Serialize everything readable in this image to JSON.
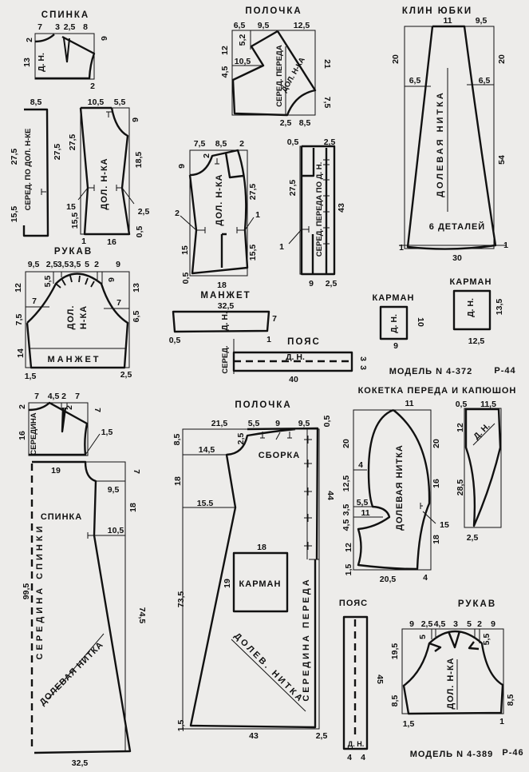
{
  "m1": {
    "back_yoke": {
      "title": "СПИНКА",
      "dims": [
        "7",
        "3",
        "2,5",
        "8",
        "6",
        "2",
        "13",
        "2"
      ],
      "grain": "Д. Н."
    },
    "back_center_strip": {
      "dims": [
        "8,5",
        "27,5",
        "15,5",
        "27,5"
      ],
      "text": "СЕРЕД. ПО ДОЛ. Н-КЕ"
    },
    "back_lower": {
      "dims": [
        "10,5",
        "5,5",
        "9",
        "18,5",
        "27,5",
        "15",
        "15,5",
        "2,5",
        "0,5",
        "16",
        "1"
      ],
      "grain": "ДОЛ. Н-КА"
    },
    "sleeve": {
      "title": "РУКАВ",
      "dims": [
        "9,5",
        "2,5",
        "3,5",
        "3,5",
        "5",
        "2",
        "9",
        "12",
        "7,5",
        "14",
        "7",
        "7",
        "5,5",
        "6",
        "13",
        "6,5",
        "1,5",
        "2,5"
      ],
      "grain1": "ДОЛ.",
      "grain2": "Н-КА",
      "cuff": "МАНЖЕТ"
    },
    "front_yoke": {
      "title": "ПОЛОЧКА",
      "dims": [
        "6,5",
        "9,5",
        "12,5",
        "12",
        "4,5",
        "5,2",
        "10,5",
        "21",
        "7,5",
        "2,5",
        "8,5"
      ],
      "center": "СЕРЕД. ПЕРЕДА",
      "grain": "ДОЛ. Н-КА"
    },
    "front_lower": {
      "dims": [
        "7,5",
        "8,5",
        "2",
        "9",
        "2",
        "27,5",
        "2",
        "1",
        "15",
        "15,5",
        "0,5",
        "18"
      ],
      "grain": "ДОЛ. Н-КА"
    },
    "front_strip": {
      "dims": [
        "0,5",
        "2,5",
        "27,5",
        "43",
        "1",
        "9",
        "2,5"
      ],
      "text": "СЕРЕД. ПЕРЕДА ПО Д. Н."
    },
    "cuff": {
      "title": "МАНЖЕТ",
      "dims": [
        "32,5",
        "7",
        "0,5",
        "1"
      ],
      "grain": "Д. Н."
    },
    "belt": {
      "title": "ПОЯС",
      "dims": [
        "3",
        "3",
        "40"
      ],
      "center": "СЕРЕД.",
      "grain": "Д. Н."
    },
    "skirt_panel": {
      "title": "КЛИН ЮБКИ",
      "dims": [
        "11",
        "9,5",
        "20",
        "20",
        "6,5",
        "6,5",
        "54",
        "1",
        "1",
        "30"
      ],
      "grain": "ДОЛЕВАЯ НИТКА",
      "count": "6 ДЕТАЛЕЙ"
    },
    "pocket_small": {
      "title": "КАРМАН",
      "dims": [
        "10",
        "9"
      ],
      "grain": "Д. Н."
    },
    "pocket_large": {
      "title": "КАРМАН",
      "dims": [
        "13,5",
        "12,5"
      ],
      "grain": "Д. Н."
    },
    "model": "МОДЕЛЬ N 4-372",
    "size": "Р-44"
  },
  "m2": {
    "back_yoke": {
      "dims": [
        "7",
        "4,5",
        "2",
        "7",
        "2",
        "16",
        "2",
        "7",
        "1,5"
      ],
      "center": "СЕРЕДИНА"
    },
    "back": {
      "dims": [
        "19",
        "9,5",
        "7",
        "18",
        "10,5",
        "99,5",
        "74,5",
        "32,5"
      ],
      "title": "СПИНКА",
      "center": "СЕРЕДИНА СПИНКИ",
      "grain": "ДОЛЕВАЯ НИТКА"
    },
    "front": {
      "title": "ПОЛОЧКА",
      "dims": [
        "21,5",
        "5,5",
        "9",
        "9,5",
        "0,5",
        "8,5",
        "2,5",
        "14,5",
        "18",
        "15.5",
        "44",
        "18",
        "19",
        "73,5",
        "1,5",
        "43",
        "2,5"
      ],
      "gather": "СБОРКА",
      "pocket": "КАРМАН",
      "center": "СЕРЕДИНА ПЕРЕДА",
      "grain": "ДОЛЕВ. НИТКА"
    },
    "hood": {
      "title": "КОКЕТКА ПЕРЕДА И КАПЮШОН",
      "dims": [
        "11",
        "20",
        "4",
        "12,5",
        "5,5",
        "3,5",
        "11",
        "4,5",
        "12",
        "1,5",
        "20",
        "16",
        "15",
        "18",
        "20,5",
        "4"
      ],
      "grain": "ДОЛЕВАЯ НИТКА"
    },
    "hood_side": {
      "dims": [
        "0,5",
        "11,5",
        "12",
        "28,5",
        "2,5"
      ],
      "grain": "Д. Н."
    },
    "belt": {
      "title": "ПОЯС",
      "dims": [
        "45",
        "4",
        "4"
      ],
      "grain": "Д. Н."
    },
    "sleeve": {
      "title": "РУКАВ",
      "dims": [
        "9",
        "2,5",
        "4,5",
        "3",
        "5",
        "2",
        "9",
        "19,5",
        "5",
        "5,5",
        "8,5",
        "8,5",
        "1,5",
        "1"
      ],
      "grain": "ДОЛ. Н-КА"
    },
    "model": "МОДЕЛЬ N 4-389",
    "size": "Р-46"
  }
}
